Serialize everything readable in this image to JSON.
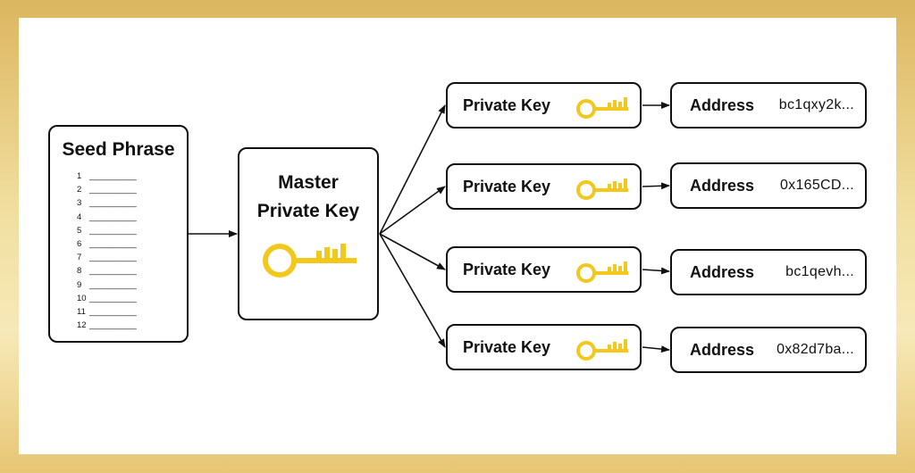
{
  "seed_phrase": {
    "title": "Seed Phrase",
    "lines": [
      {
        "n": "1",
        "blank": "__________"
      },
      {
        "n": "2",
        "blank": "__________"
      },
      {
        "n": "3",
        "blank": "__________"
      },
      {
        "n": "4",
        "blank": "__________"
      },
      {
        "n": "5",
        "blank": "__________"
      },
      {
        "n": "6",
        "blank": "__________"
      },
      {
        "n": "7",
        "blank": "__________"
      },
      {
        "n": "8",
        "blank": "__________"
      },
      {
        "n": "9",
        "blank": "__________"
      },
      {
        "n": "10",
        "blank": "__________"
      },
      {
        "n": "11",
        "blank": "__________"
      },
      {
        "n": "12",
        "blank": "__________"
      }
    ]
  },
  "master": {
    "line1": "Master",
    "line2": "Private Key"
  },
  "rows": [
    {
      "private_key_label": "Private Key",
      "address_label": "Address",
      "address_value": "bc1qxy2k..."
    },
    {
      "private_key_label": "Private Key",
      "address_label": "Address",
      "address_value": "0x165CD..."
    },
    {
      "private_key_label": "Private Key",
      "address_label": "Address",
      "address_value": "bc1qevh..."
    },
    {
      "private_key_label": "Private Key",
      "address_label": "Address",
      "address_value": "0x82d7ba..."
    }
  ],
  "colors": {
    "key_gold": "#f2c81c",
    "border": "#111111",
    "frame_gold": "#dcb65f"
  },
  "icons": {
    "key": "key-icon"
  }
}
